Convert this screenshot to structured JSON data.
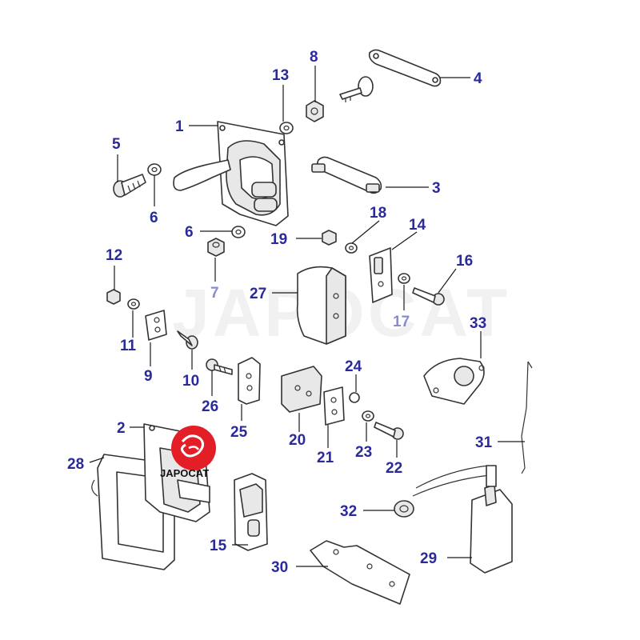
{
  "diagram": {
    "watermark": "JAPOCAT",
    "logo": {
      "text": "JAPOCAT",
      "color": "#e41e26"
    },
    "callout_color": "#2a2a9a",
    "callouts": [
      {
        "id": "c1",
        "text": "1"
      },
      {
        "id": "c2",
        "text": "2"
      },
      {
        "id": "c3",
        "text": "3"
      },
      {
        "id": "c4",
        "text": "4"
      },
      {
        "id": "c5",
        "text": "5"
      },
      {
        "id": "c6a",
        "text": "6"
      },
      {
        "id": "c6b",
        "text": "6"
      },
      {
        "id": "c7",
        "text": "7"
      },
      {
        "id": "c8",
        "text": "8"
      },
      {
        "id": "c9",
        "text": "9"
      },
      {
        "id": "c10",
        "text": "10"
      },
      {
        "id": "c11",
        "text": "11"
      },
      {
        "id": "c12",
        "text": "12"
      },
      {
        "id": "c13",
        "text": "13"
      },
      {
        "id": "c14",
        "text": "14"
      },
      {
        "id": "c15",
        "text": "15"
      },
      {
        "id": "c16",
        "text": "16"
      },
      {
        "id": "c17",
        "text": "17"
      },
      {
        "id": "c18",
        "text": "18"
      },
      {
        "id": "c19",
        "text": "19"
      },
      {
        "id": "c20",
        "text": "20"
      },
      {
        "id": "c21",
        "text": "21"
      },
      {
        "id": "c22",
        "text": "22"
      },
      {
        "id": "c23",
        "text": "23"
      },
      {
        "id": "c24",
        "text": "24"
      },
      {
        "id": "c25",
        "text": "25"
      },
      {
        "id": "c26",
        "text": "26"
      },
      {
        "id": "c27",
        "text": "27"
      },
      {
        "id": "c28",
        "text": "28"
      },
      {
        "id": "c29",
        "text": "29"
      },
      {
        "id": "c30",
        "text": "30"
      },
      {
        "id": "c31",
        "text": "31"
      },
      {
        "id": "c32",
        "text": "32"
      },
      {
        "id": "c33",
        "text": "33"
      }
    ]
  }
}
